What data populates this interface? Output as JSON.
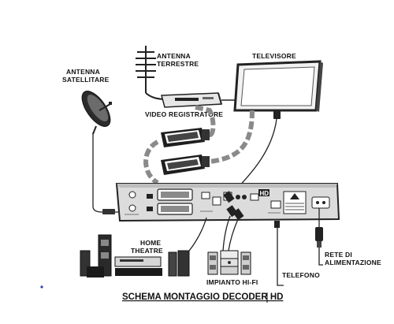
{
  "labels": {
    "televisore": "TELEVISORE",
    "antenna_terrestre_1": "ANTENNA",
    "antenna_terrestre_2": "TERRESTRE",
    "antenna_satellitare_1": "ANTENNA",
    "antenna_satellitare_2": "SATELLITARE",
    "video_registratore": "VIDEO REGISTRATORE",
    "home_theatre_1": "HOME",
    "home_theatre_2": "THEATRE",
    "impianto_hifi": "IMPIANTO HI-FI",
    "rete_1": "RETE DI",
    "rete_2": "ALIMENTAZIONE",
    "telefono": "TELEFONO"
  },
  "title": "SCHEMA MONTAGGIO DECODER HD",
  "decoder_badge": "HD",
  "colors": {
    "line": "#1a1a1a",
    "scart_cable": "#8a8a8a",
    "device_gray": "#d9d9d9",
    "bullet": "#2a3fb0"
  }
}
